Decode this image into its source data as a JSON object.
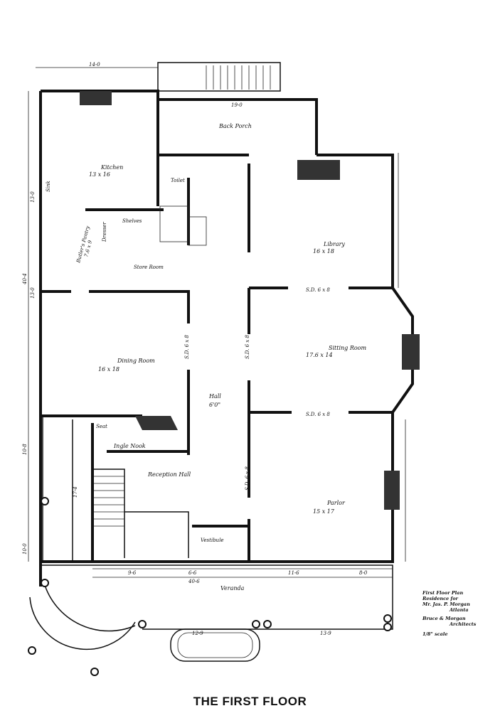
{
  "rooms": {
    "back_porch": "Back Porch",
    "back_porch_dim": "19-0",
    "kitchen": "Kitchen",
    "kitchen_size": "13 x 16",
    "library": "Library",
    "library_size": "16 x 18",
    "dining": "Dining Room",
    "dining_size": "16 x 18",
    "hall": "Hall",
    "hall_size": "6'0\"",
    "sitting": "Sitting Room",
    "sitting_size": "17.6 x 14",
    "ingle": "Ingle Nook",
    "reception": "Reception Hall",
    "parlor": "Parlor",
    "parlor_size": "15 x 17",
    "veranda": "Veranda",
    "vestibule": "Vestibule",
    "store": "Store Room",
    "shelves": "Shelves",
    "pantry": "Butler's Pantry",
    "pantry_size": "7.6 x 9",
    "toilet": "Toilet",
    "sink": "Sink",
    "dresser": "Dresser",
    "sd1": "S.D. 6 x 8",
    "sd2": "S.D. 6 x 8",
    "sd3": "S.D. 6 x 8",
    "sd4": "S.D. 6 x 8",
    "sd5": "S.D. 6 x 8",
    "seat": "Seat"
  },
  "dims": {
    "top": "14-0",
    "left_total": "40-4",
    "left1": "13-0",
    "left2": "13-0",
    "vd1": "9-6",
    "vd2": "6-6",
    "vd3": "11-6",
    "vd4": "8-0",
    "veranda_total": "40-6",
    "steps1": "12-9",
    "steps2": "13-9",
    "side": "17-4",
    "side2": "10-0",
    "side3": "10-8"
  },
  "caption": {
    "line1": "First Floor Plan",
    "line2": "Residence for",
    "line3": "Mr. Jas. P. Morgan",
    "line4": "Atlanta",
    "line5": "Bruce & Morgan",
    "line6": "Architects",
    "line7": "1/8\" scale"
  },
  "title": "THE FIRST FLOOR"
}
